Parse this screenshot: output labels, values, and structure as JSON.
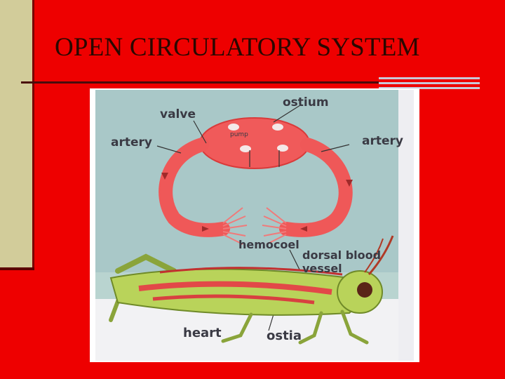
{
  "slide": {
    "title": "OPEN CIRCULATORY SYSTEM"
  },
  "diagram": {
    "labels": {
      "valve": "valve",
      "ostium": "ostium",
      "pump": "pump",
      "artery_left": "artery",
      "artery_right": "artery",
      "hemocoel": "hemocoel",
      "dorsal_blood": "dorsal blood",
      "vessel": "vessel",
      "heart": "heart",
      "ostia": "ostia"
    }
  },
  "colors": {
    "background": "#ee0000",
    "left_bar": "#d2cc9a",
    "diagram_bg": "#a9c8c8",
    "heart_red": "#f05a5a",
    "insect_green": "#b9d35a"
  }
}
